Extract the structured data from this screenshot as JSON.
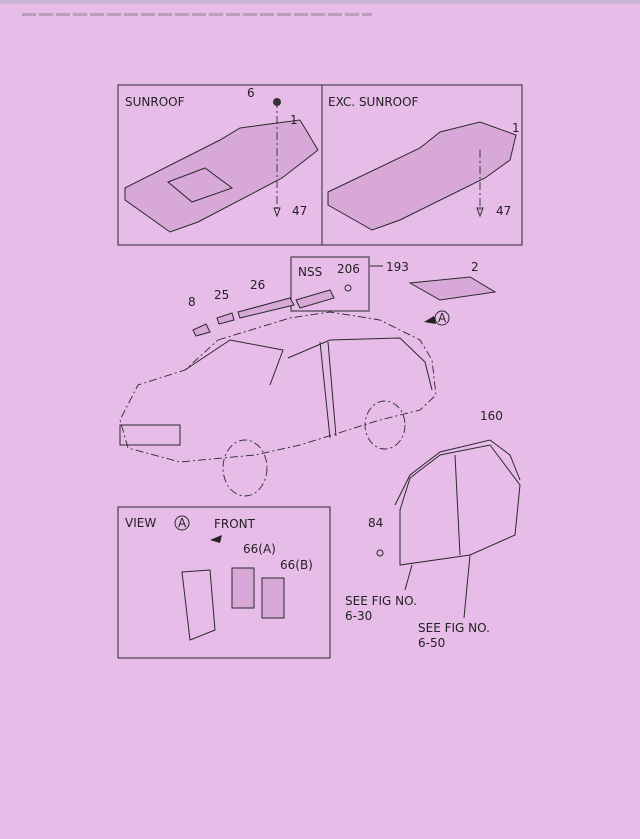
{
  "diagram": {
    "sunroof_panel": {
      "title": "SUNROOF",
      "labels": [
        "6",
        "1",
        "47"
      ]
    },
    "exc_sunroof_panel": {
      "title": "EXC. SUNROOF",
      "labels": [
        "1",
        "47"
      ]
    },
    "roof_parts": {
      "nss": "NSS",
      "p206": "206",
      "p193": "193",
      "p2": "2",
      "p26": "26",
      "p25": "25",
      "p8": "8",
      "view_marker": "A"
    },
    "door_parts": {
      "p160": "160",
      "p84": "84",
      "ref1_line1": "SEE FIG NO.",
      "ref1_line2": "6-30",
      "ref2_line1": "SEE FIG NO.",
      "ref2_line2": "6-50"
    },
    "view_a": {
      "title": "VIEW",
      "marker": "A",
      "front": "FRONT",
      "p66a": "66(A)",
      "p66b": "66(B)"
    }
  },
  "colors": {
    "background": "#e8bce9",
    "ink": "#2a2a2a"
  }
}
